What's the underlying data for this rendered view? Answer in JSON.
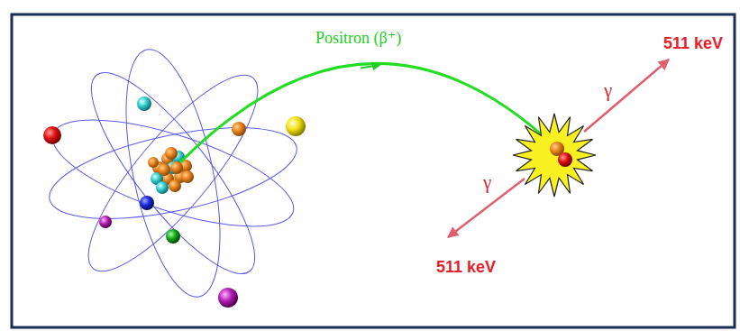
{
  "diagram": {
    "labels": [
      "Positron (β⁺)",
      "511 keV",
      "γ",
      "γ",
      "511 keV"
    ]
  }
}
